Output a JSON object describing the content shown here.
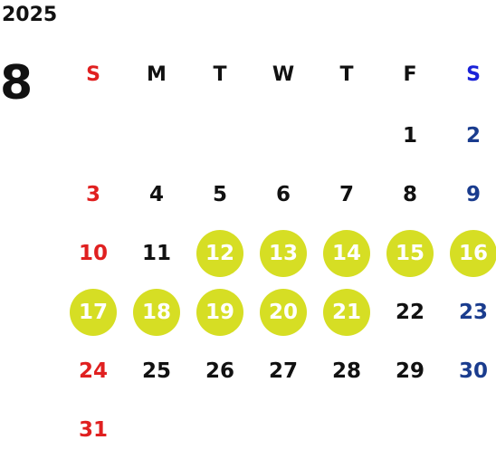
{
  "calendar": {
    "year": "2025",
    "month": "8",
    "weekdays": [
      "S",
      "M",
      "T",
      "W",
      "T",
      "F",
      "S"
    ],
    "highlight_color": "#d6de24",
    "sunday_color": "#e02020",
    "saturday_header_color": "#1a22d8",
    "saturday_color": "#1a3c8e",
    "weeks": [
      [
        "",
        "",
        "",
        "",
        "",
        "1",
        "2"
      ],
      [
        "3",
        "4",
        "5",
        "6",
        "7",
        "8",
        "9"
      ],
      [
        "10",
        "11",
        "12",
        "13",
        "14",
        "15",
        "16"
      ],
      [
        "17",
        "18",
        "19",
        "20",
        "21",
        "22",
        "23"
      ],
      [
        "24",
        "25",
        "26",
        "27",
        "28",
        "29",
        "30"
      ],
      [
        "31",
        "",
        "",
        "",
        "",
        "",
        ""
      ]
    ],
    "highlighted_days": [
      "12",
      "13",
      "14",
      "15",
      "16",
      "17",
      "18",
      "19",
      "20",
      "21"
    ]
  }
}
